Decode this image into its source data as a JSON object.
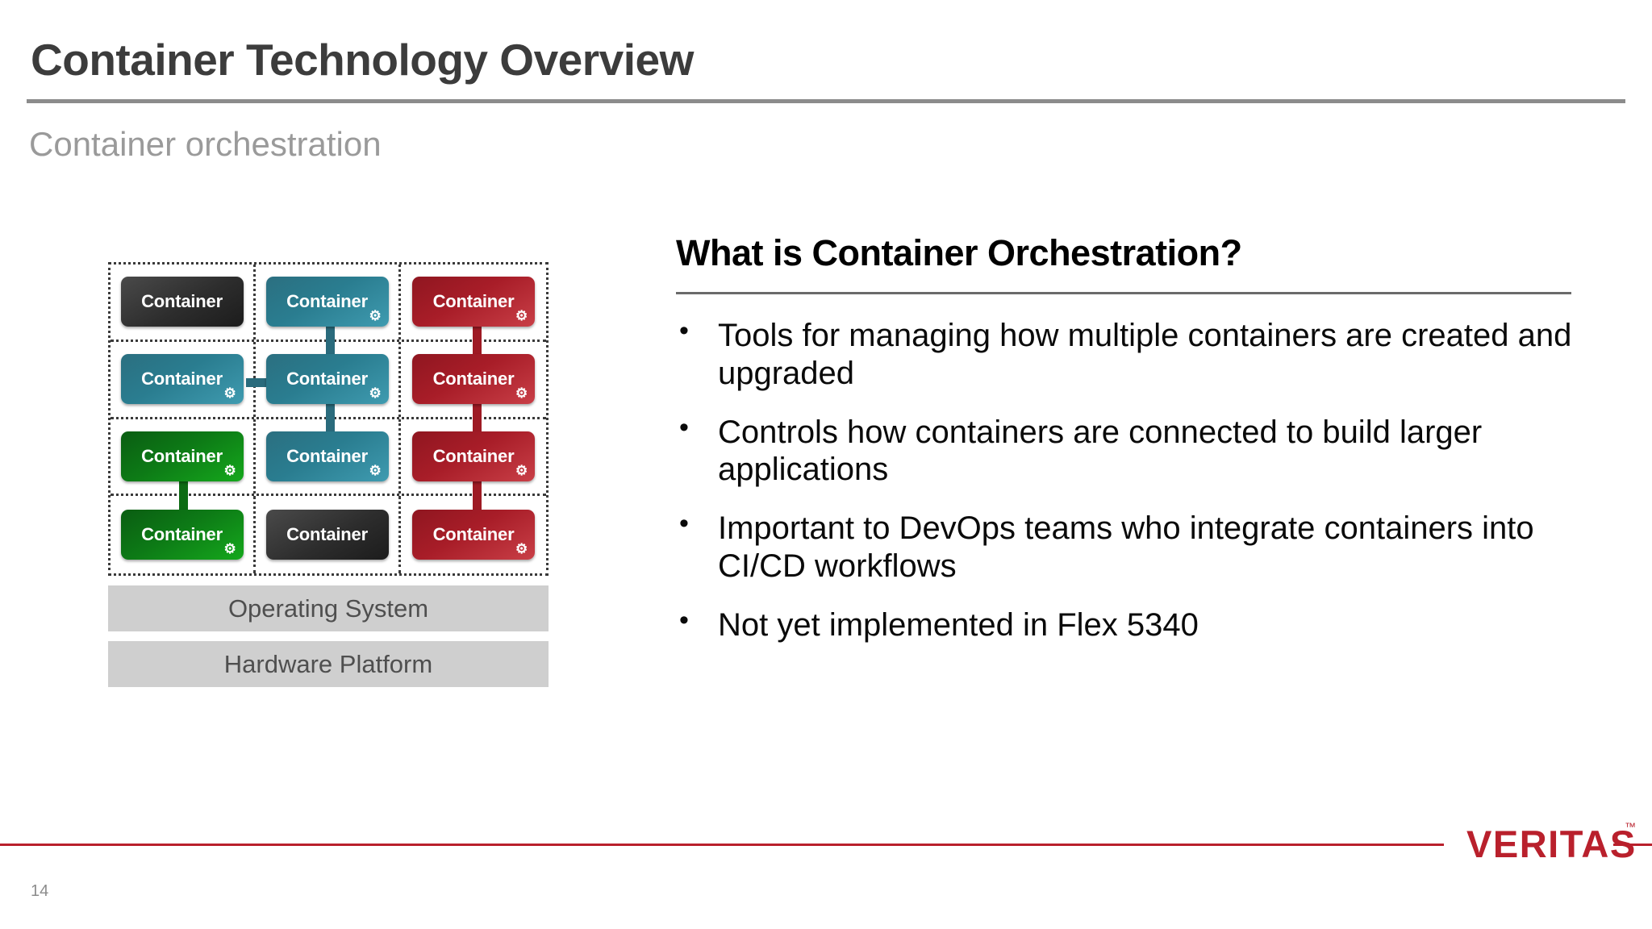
{
  "slide": {
    "title": "Container Technology Overview",
    "subtitle": "Container orchestration",
    "page_number": "14"
  },
  "diagram": {
    "container_label": "Container",
    "gear_icon": "⚙",
    "colors": {
      "dark": "#2d2d2d",
      "teal": "#2a7d90",
      "red": "#a81d28",
      "green": "#0d7a16",
      "grid_line": "#3a3a3a",
      "bar_fill": "#cfcfcf",
      "bar_text": "#4f4f4f"
    },
    "grid": [
      [
        {
          "label": "Container",
          "color": "dark",
          "gear": false
        },
        {
          "label": "Container",
          "color": "teal",
          "gear": true
        },
        {
          "label": "Container",
          "color": "red",
          "gear": true
        }
      ],
      [
        {
          "label": "Container",
          "color": "teal",
          "gear": true
        },
        {
          "label": "Container",
          "color": "teal",
          "gear": true
        },
        {
          "label": "Container",
          "color": "red",
          "gear": true
        }
      ],
      [
        {
          "label": "Container",
          "color": "green",
          "gear": true
        },
        {
          "label": "Container",
          "color": "teal",
          "gear": true
        },
        {
          "label": "Container",
          "color": "red",
          "gear": true
        }
      ],
      [
        {
          "label": "Container",
          "color": "green",
          "gear": true
        },
        {
          "label": "Container",
          "color": "dark",
          "gear": false
        },
        {
          "label": "Container",
          "color": "red",
          "gear": true
        }
      ]
    ],
    "platform_bars": [
      {
        "label": "Operating System"
      },
      {
        "label": "Hardware Platform"
      }
    ]
  },
  "panel": {
    "heading": "What is Container Orchestration?",
    "bullet_marker": "•",
    "bullets": [
      "Tools for managing how multiple containers are created and upgraded",
      "Controls how containers are connected to build larger applications",
      "Important to DevOps teams who integrate containers into CI/CD workflows",
      "Not yet implemented in Flex 5340"
    ]
  },
  "footer": {
    "brand": "VERITAS",
    "trademark": "™",
    "brand_color": "#b9202c"
  }
}
